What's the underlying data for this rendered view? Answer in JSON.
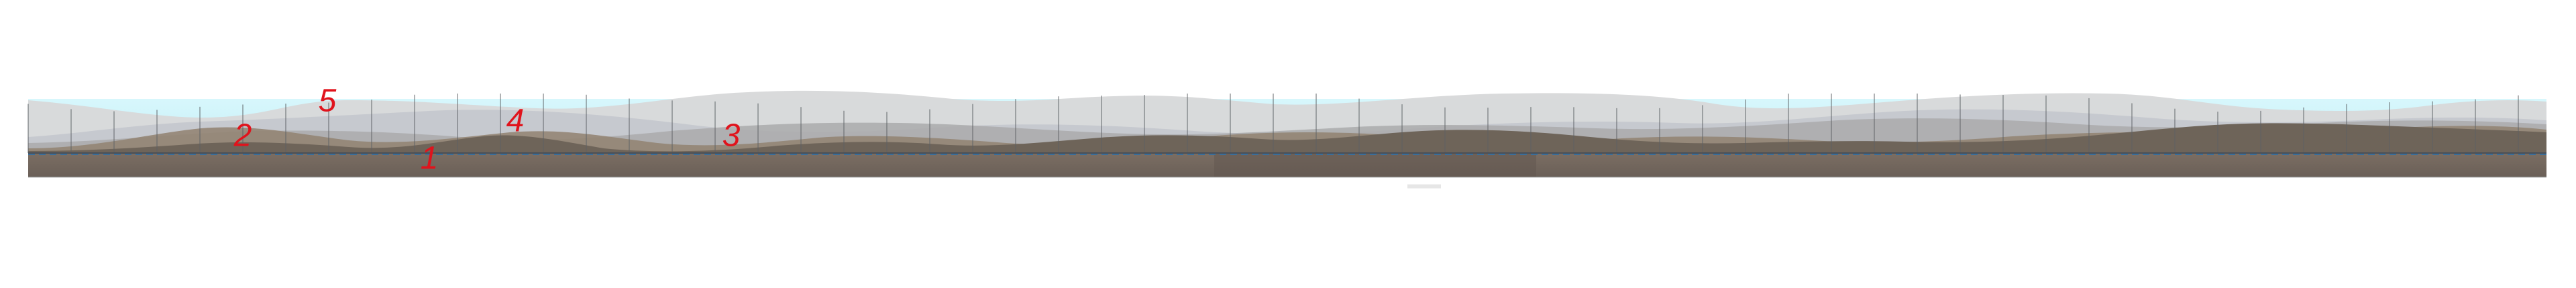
{
  "diagram": {
    "layer_labels": [
      {
        "id": "1",
        "text": "1"
      },
      {
        "id": "2",
        "text": "2"
      },
      {
        "id": "3",
        "text": "3"
      },
      {
        "id": "4",
        "text": "4"
      },
      {
        "id": "5",
        "text": "5"
      }
    ],
    "colors": {
      "background": "#ffffff",
      "sky": "#cdf4fb",
      "sky_line": "#7cc4d8",
      "glass_far": "#d9dadb",
      "glass_mid": "#c3c6cc",
      "glass_near": "#a9a9ab",
      "rock_warm": "#9a8c7c",
      "rock_dark": "#6f665c",
      "ground": "#776a60",
      "ground_dark": "#5f554d",
      "rail": "#4a4f56",
      "rail_dash": "#3a6e9a",
      "grid_line": "#5e6266",
      "label": "#e0131c"
    }
  }
}
